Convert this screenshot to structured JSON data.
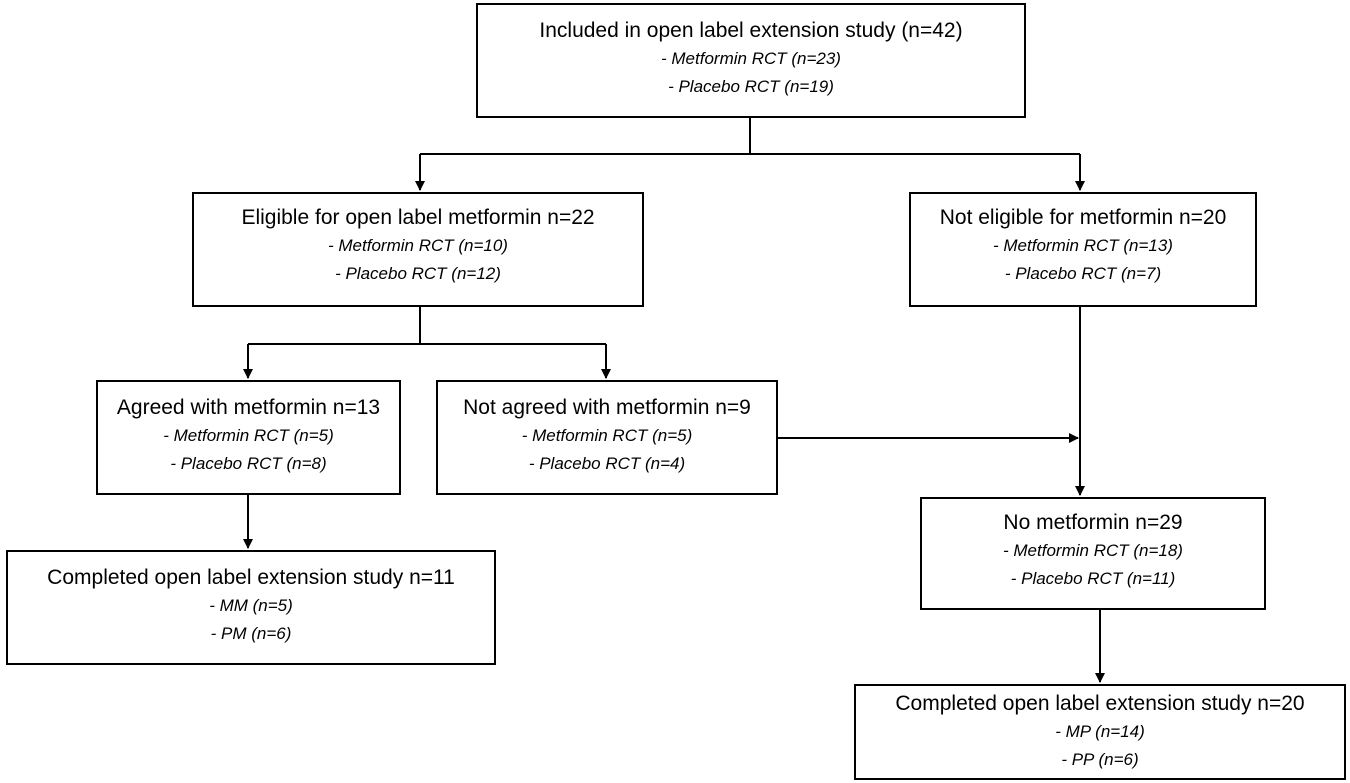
{
  "boxes": {
    "included": {
      "title": "Included in open label extension study (n=42)",
      "lines": [
        "- Metformin RCT (n=23)",
        "- Placebo RCT (n=19)"
      ]
    },
    "eligible": {
      "title": "Eligible for open label metformin n=22",
      "lines": [
        "- Metformin RCT (n=10)",
        "- Placebo RCT (n=12)"
      ]
    },
    "not_eligible": {
      "title": "Not eligible for metformin n=20",
      "lines": [
        "- Metformin RCT (n=13)",
        "- Placebo RCT (n=7)"
      ]
    },
    "agreed": {
      "title": "Agreed with metformin n=13",
      "lines": [
        "- Metformin RCT (n=5)",
        "- Placebo RCT (n=8)"
      ]
    },
    "not_agreed": {
      "title": "Not agreed with metformin n=9",
      "lines": [
        "- Metformin RCT (n=5)",
        "- Placebo RCT (n=4)"
      ]
    },
    "no_metformin": {
      "title": "No metformin n=29",
      "lines": [
        "- Metformin RCT (n=18)",
        "- Placebo RCT (n=11)"
      ]
    },
    "completed_left": {
      "title": "Completed open label extension study n=11",
      "lines": [
        "- MM (n=5)",
        "- PM (n=6)"
      ]
    },
    "completed_right": {
      "title": "Completed open label extension study n=20",
      "lines": [
        "- MP (n=14)",
        "- PP (n=6)"
      ]
    }
  },
  "colors": {
    "line": "#000000",
    "background": "#ffffff"
  }
}
